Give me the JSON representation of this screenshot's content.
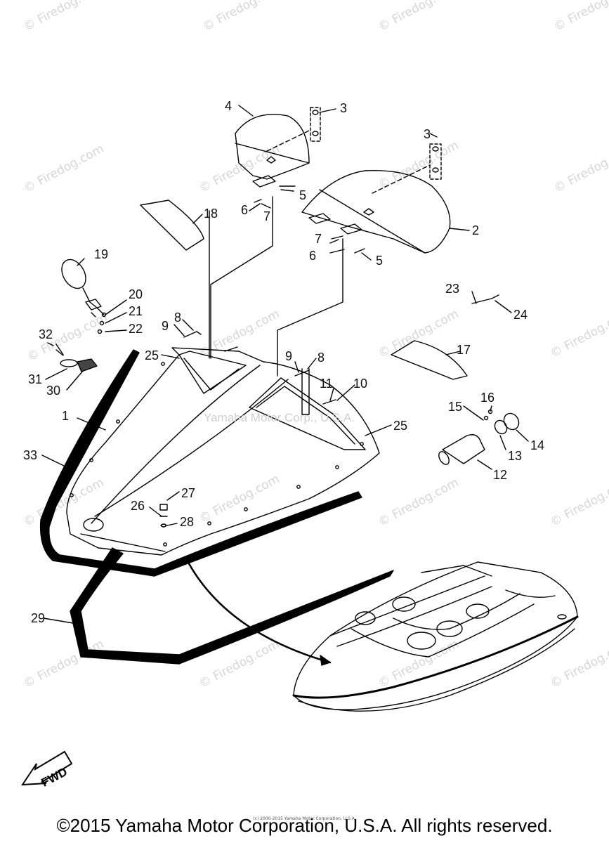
{
  "watermark": "© Firedog.com",
  "stamp": "Yamaha Motor Corp., U.S.A.",
  "fwd_label": "FWD",
  "copyright": "©2015 Yamaha Motor Corporation, U.S.A. All rights reserved.",
  "fine_print": "(c) 2000-2015 Yamaha Motor Corporation, U.S.A.",
  "callouts": {
    "c1": "1",
    "c2": "2",
    "c3a": "3",
    "c3b": "3",
    "c4": "4",
    "c5a": "5",
    "c5b": "5",
    "c6a": "6",
    "c6b": "6",
    "c7a": "7",
    "c7b": "7",
    "c8a": "8",
    "c8b": "8",
    "c9a": "9",
    "c9b": "9",
    "c10": "10",
    "c11": "11",
    "c12": "12",
    "c13": "13",
    "c14": "14",
    "c15": "15",
    "c16": "16",
    "c17": "17",
    "c18": "18",
    "c19": "19",
    "c20": "20",
    "c21": "21",
    "c22": "22",
    "c23": "23",
    "c24": "24",
    "c25a": "25",
    "c25b": "25",
    "c26": "26",
    "c27": "27",
    "c28": "28",
    "c29": "29",
    "c30": "30",
    "c31": "31",
    "c32": "32",
    "c33": "33"
  }
}
